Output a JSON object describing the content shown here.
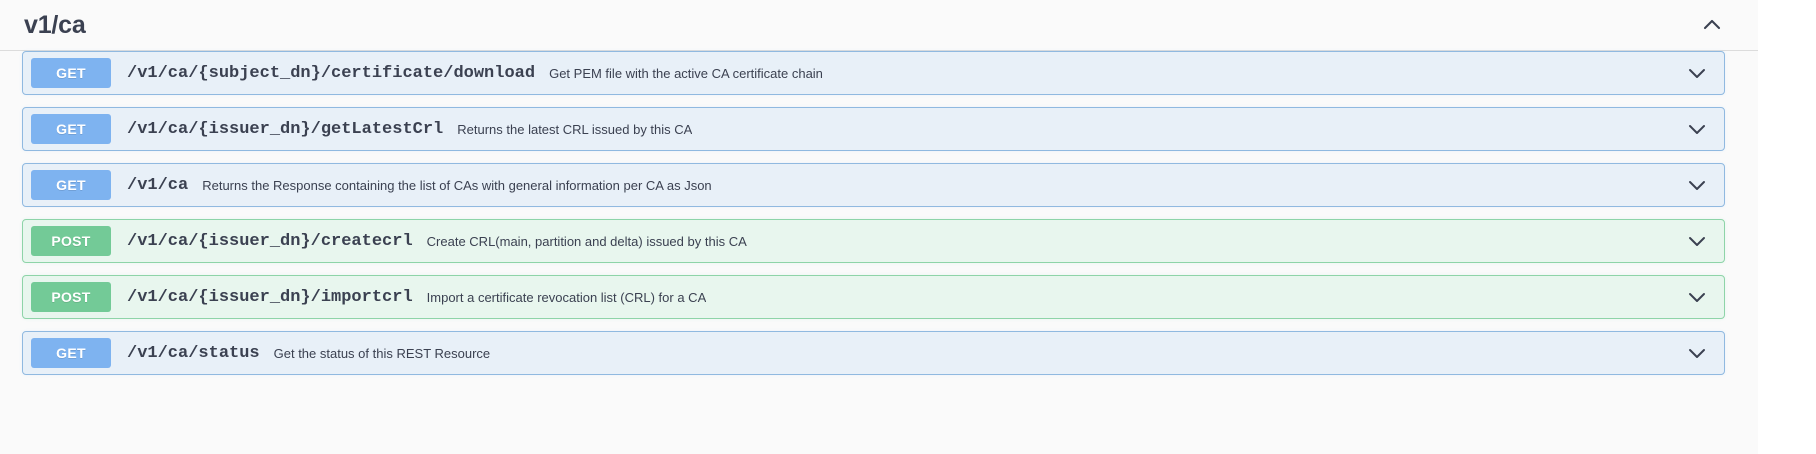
{
  "tag": {
    "name": "v1/ca",
    "collapse_icon": "chevron-up-icon",
    "expanded": true
  },
  "colors": {
    "get_badge": "#7eb3f0",
    "post_badge": "#73ca97",
    "get_row_bg": "#e8f0f8",
    "post_row_bg": "#e8f6ee",
    "get_row_border": "#90b9e0",
    "post_row_border": "#8ed4a8",
    "text": "#3b4151",
    "surface": "#fafafa"
  },
  "operations": [
    {
      "method": "GET",
      "path": "/v1/ca/{subject_dn}/certificate/download",
      "summary": "Get PEM file with the active CA certificate chain",
      "toggle_icon": "chevron-down-icon"
    },
    {
      "method": "GET",
      "path": "/v1/ca/{issuer_dn}/getLatestCrl",
      "summary": "Returns the latest CRL issued by this CA",
      "toggle_icon": "chevron-down-icon"
    },
    {
      "method": "GET",
      "path": "/v1/ca",
      "summary": "Returns the Response containing the list of CAs with general information per CA as Json",
      "toggle_icon": "chevron-down-icon"
    },
    {
      "method": "POST",
      "path": "/v1/ca/{issuer_dn}/createcrl",
      "summary": "Create CRL(main, partition and delta) issued by this CA",
      "toggle_icon": "chevron-down-icon"
    },
    {
      "method": "POST",
      "path": "/v1/ca/{issuer_dn}/importcrl",
      "summary": "Import a certificate revocation list (CRL) for a CA",
      "toggle_icon": "chevron-down-icon"
    },
    {
      "method": "GET",
      "path": "/v1/ca/status",
      "summary": "Get the status of this REST Resource",
      "toggle_icon": "chevron-down-icon"
    }
  ]
}
